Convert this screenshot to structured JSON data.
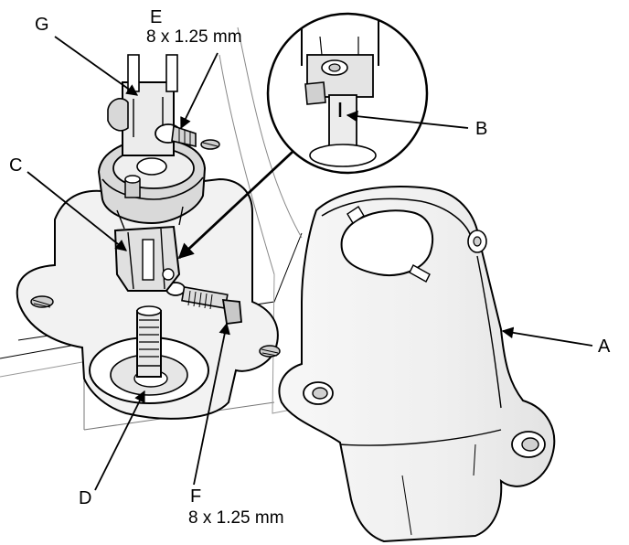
{
  "callouts": {
    "a": {
      "letter": "A"
    },
    "b": {
      "letter": "B"
    },
    "c": {
      "letter": "C"
    },
    "d": {
      "letter": "D"
    },
    "e": {
      "letter": "E",
      "spec": "8 x 1.25 mm"
    },
    "f": {
      "letter": "F",
      "spec": "8 x 1.25 mm"
    },
    "g": {
      "letter": "G"
    }
  },
  "colors": {
    "ink": "#000000",
    "paper": "#ffffff",
    "housing": "#f0f0f0"
  }
}
